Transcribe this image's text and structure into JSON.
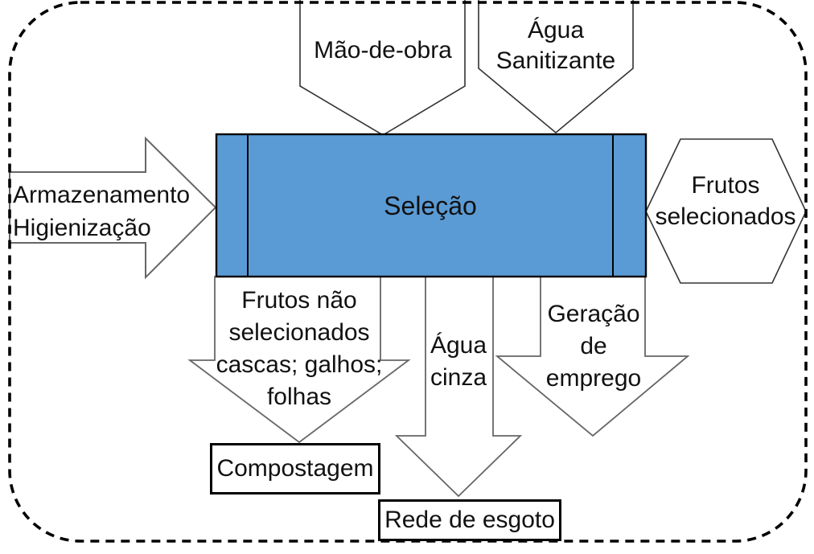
{
  "diagram": {
    "process": {
      "label": "Seleção",
      "fill": "#5b9bd5"
    },
    "inputs": {
      "armazenamento": {
        "label": "Armazenamento\nHigienização"
      },
      "mao_de_obra": {
        "label": "Mão-de-obra"
      },
      "agua_sanitizante": {
        "label": "Água\nSanitizante"
      }
    },
    "outputs": {
      "frutos_selecionados": {
        "label": "Frutos\nselecionados"
      },
      "frutos_nao_selecionados": {
        "label": "Frutos não\nselecionados\ncascas; galhos;\nfolhas"
      },
      "agua_cinza": {
        "label": "Água\ncinza"
      },
      "geracao_emprego": {
        "label": "Geração\nde\nemprego"
      }
    },
    "targets": {
      "compostagem": {
        "label": "Compostagem"
      },
      "rede_de_esgoto": {
        "label": "Rede de esgoto"
      }
    },
    "colors": {
      "process_fill": "#5b9bd5",
      "arrow_outline": "#666666",
      "line_black": "#000000"
    }
  }
}
